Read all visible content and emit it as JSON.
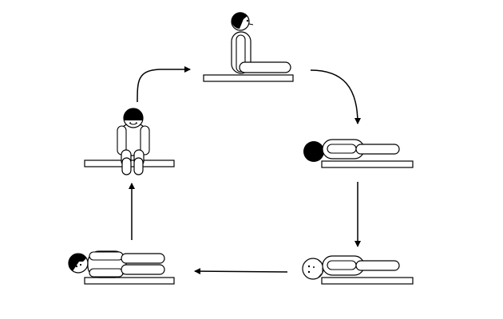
{
  "figure": {
    "stages": [
      {
        "pose": "sitting",
        "view": "side"
      },
      {
        "pose": "lying-on-back",
        "view": "side"
      },
      {
        "pose": "lying-on-back",
        "view": "side-face-up"
      },
      {
        "pose": "lying-on-side",
        "view": "front"
      },
      {
        "pose": "sitting-on-edge",
        "view": "front"
      }
    ],
    "arrows": [
      {
        "from": 1,
        "to": 2,
        "shape": "curved"
      },
      {
        "from": 2,
        "to": 3,
        "shape": "straight"
      },
      {
        "from": 3,
        "to": 4,
        "shape": "straight"
      },
      {
        "from": 4,
        "to": 5,
        "shape": "straight"
      },
      {
        "from": 5,
        "to": 1,
        "shape": "curved"
      }
    ],
    "colors": {
      "ink": "#000000",
      "paper": "#ffffff"
    }
  }
}
